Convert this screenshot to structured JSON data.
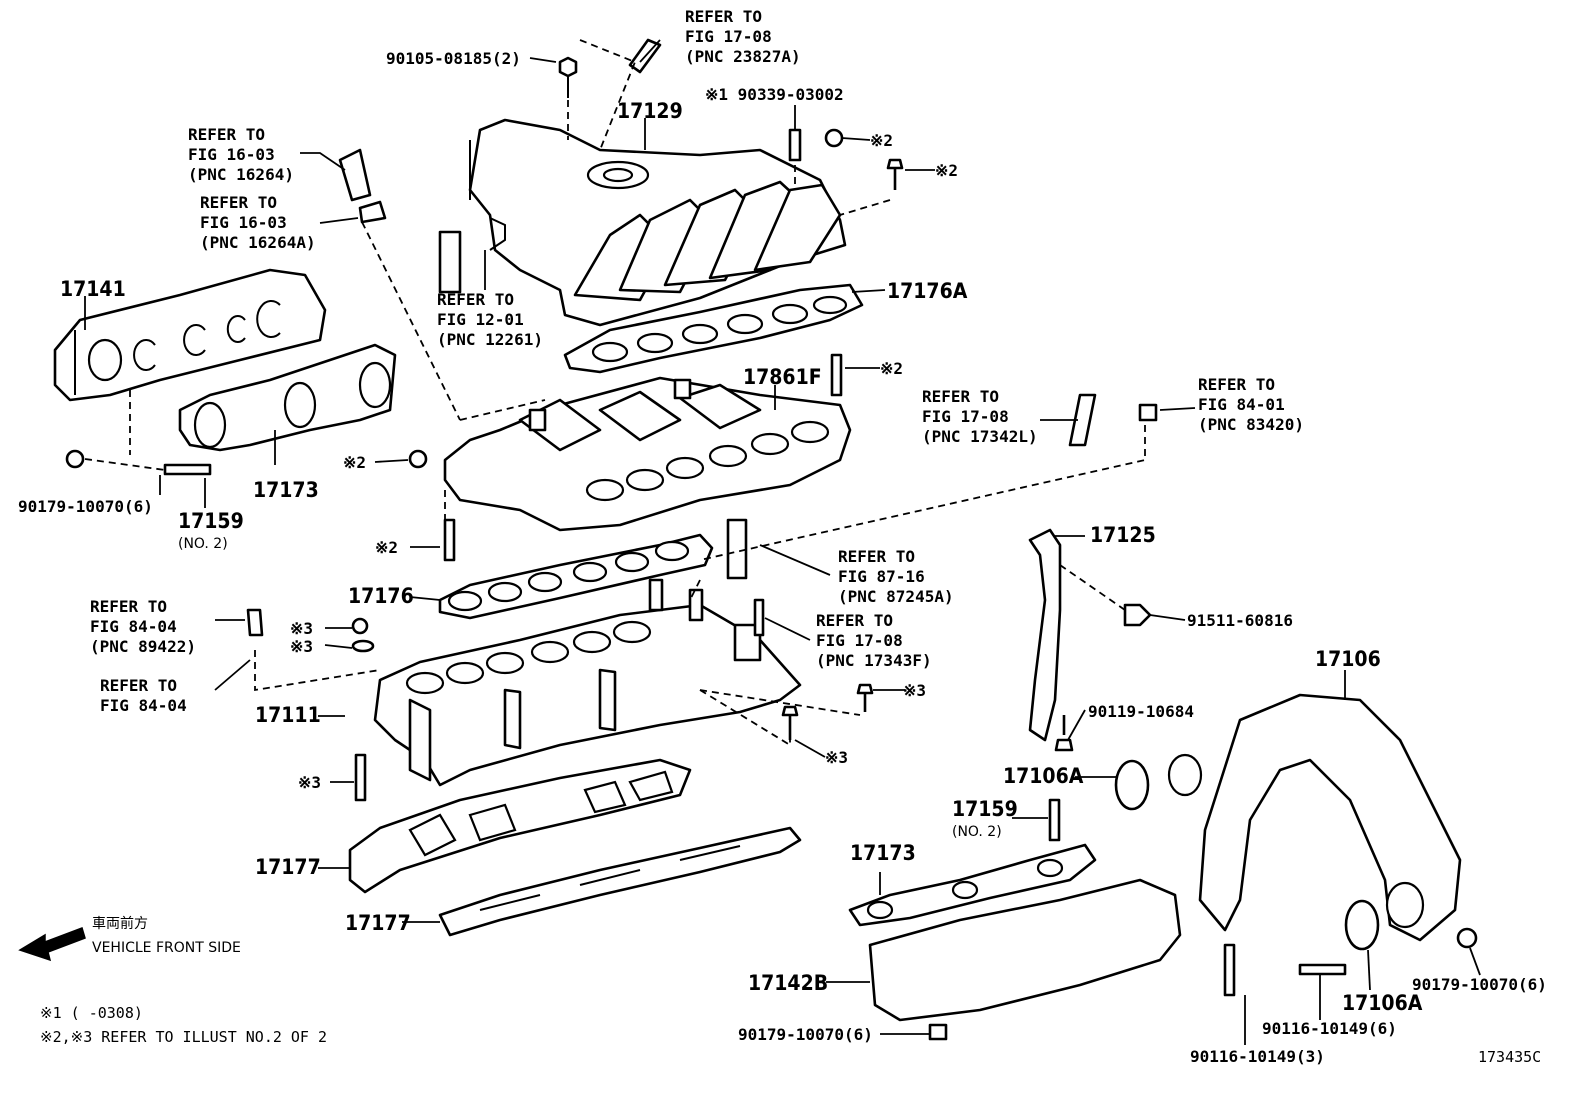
{
  "diagram": {
    "illustration_id": "173435C",
    "vehicle_front": {
      "jp": "車両前方",
      "en": "VEHICLE FRONT SIDE"
    },
    "notes": [
      "※1 (      -0308)",
      "※2,※3 REFER TO ILLUST NO.2 OF 2"
    ],
    "part_numbers": {
      "p17129": "17129",
      "p17141": "17141",
      "p17176A": "17176A",
      "p17861F": "17861F",
      "p17173a": "17173",
      "p17159a": "17159",
      "p17159a_sub": "(NO. 2)",
      "p90179a": "90179-10070(6)",
      "p17176": "17176",
      "p17111": "17111",
      "p17177a": "17177",
      "p17177b": "17177",
      "p17125": "17125",
      "p91511": "91511-60816",
      "p17106": "17106",
      "p90119": "90119-10684",
      "p17106Aa": "17106A",
      "p17159b": "17159",
      "p17159b_sub": "(NO. 2)",
      "p17173b": "17173",
      "p17142B": "17142B",
      "p90179b": "90179-10070(6)",
      "p90116a": "90116-10149(3)",
      "p90116b": "90116-10149(6)",
      "p17106Ab": "17106A",
      "p90179c": "90179-10070(6)",
      "p90105": "90105-08185(2)",
      "p90339": "※1 90339-03002"
    },
    "marks": {
      "m2a": "※2",
      "m2b": "※2",
      "m2c": "※2",
      "m2d": "※2",
      "m2e": "※2",
      "m3a": "※3",
      "m3b": "※3",
      "m3c": "※3",
      "m3d": "※3",
      "m3e": "※3"
    },
    "refs": {
      "r1": [
        "REFER TO",
        "FIG 17-08",
        "(PNC 23827A)"
      ],
      "r2": [
        "REFER TO",
        "FIG 16-03",
        "(PNC 16264)"
      ],
      "r3": [
        "REFER TO",
        "FIG 16-03",
        "(PNC 16264A)"
      ],
      "r4": [
        "REFER TO",
        "FIG 12-01",
        "(PNC 12261)"
      ],
      "r5": [
        "REFER TO",
        "FIG 17-08",
        "(PNC 17342L)"
      ],
      "r6": [
        "REFER TO",
        "FIG 84-01",
        "(PNC 83420)"
      ],
      "r7": [
        "REFER TO",
        "FIG 87-16",
        "(PNC 87245A)"
      ],
      "r8": [
        "REFER TO",
        "FIG 17-08",
        "(PNC 17343F)"
      ],
      "r9": [
        "REFER TO",
        "FIG 84-04",
        "(PNC 89422)"
      ],
      "r10": [
        "REFER TO",
        "FIG 84-04"
      ]
    }
  }
}
